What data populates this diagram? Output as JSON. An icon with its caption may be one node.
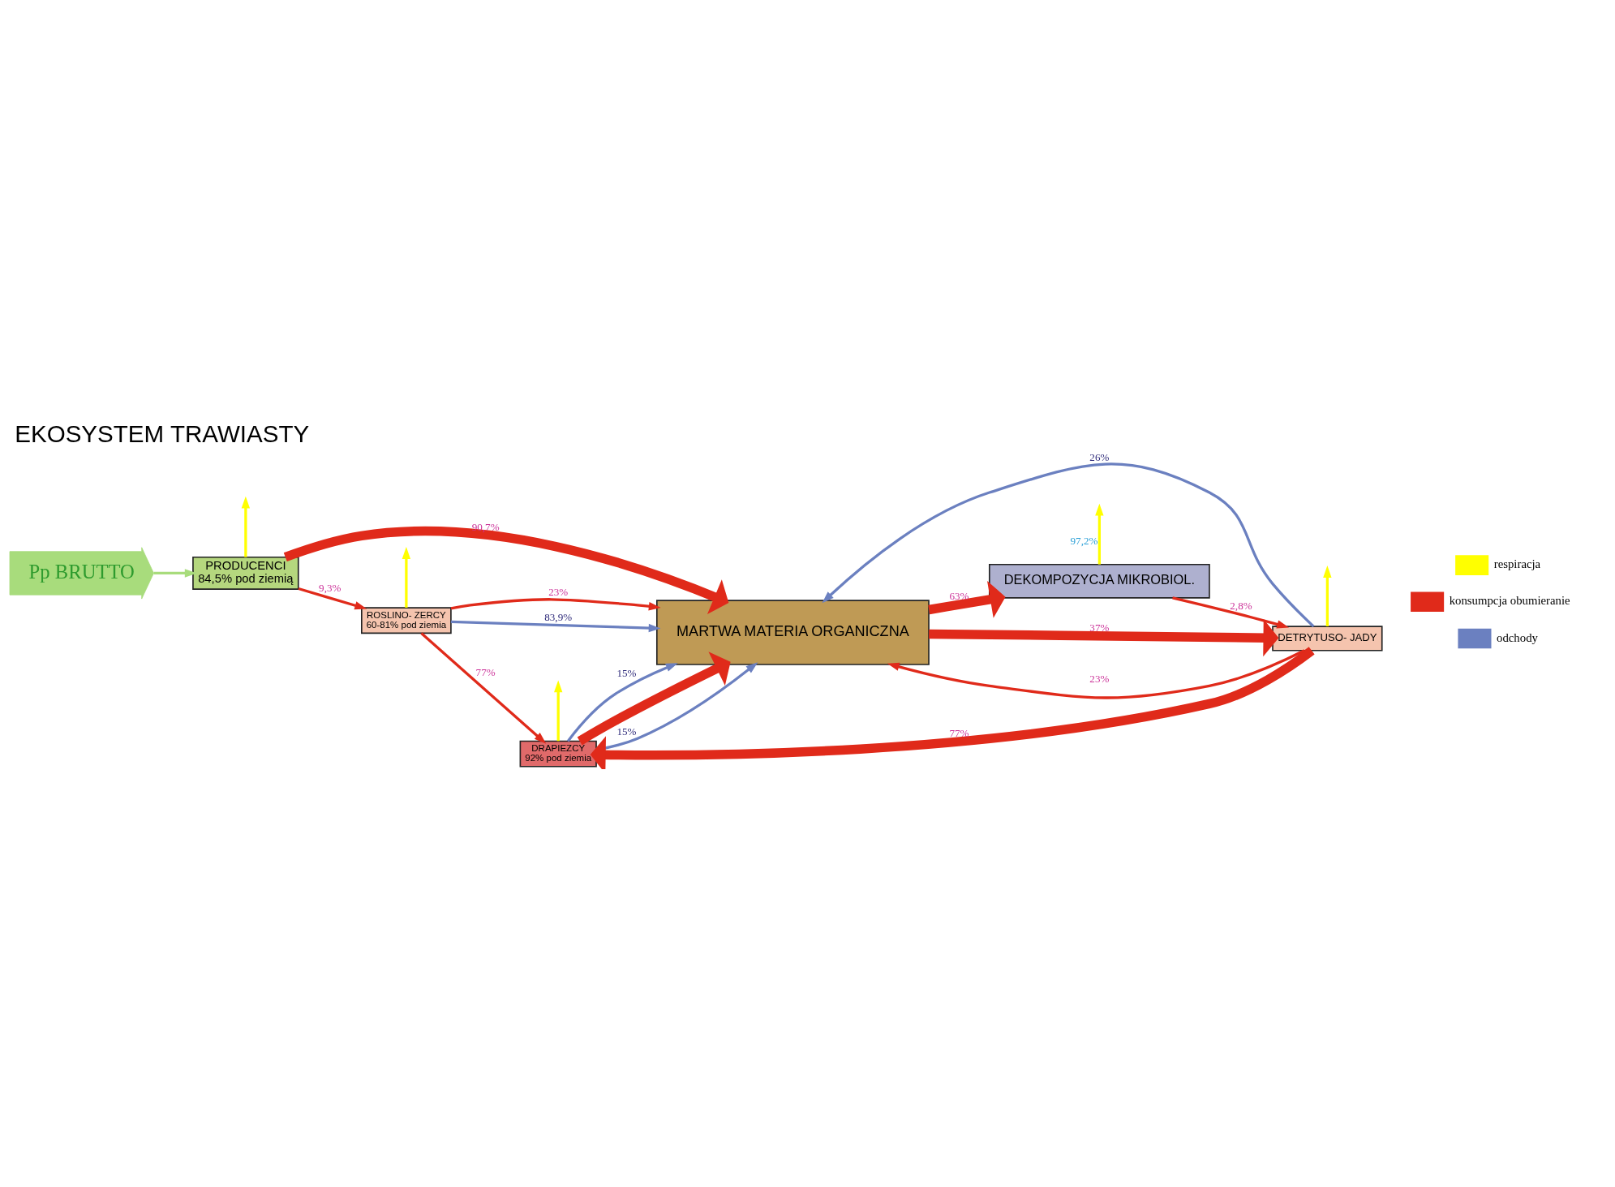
{
  "diagram": {
    "title": "EKOSYSTEM TRAWIASTY",
    "nodes": [
      {
        "text": [
          "Pp BRUTTO"
        ]
      },
      {
        "text": [
          "PRODUCENCI",
          "84,5% pod ziemią"
        ]
      },
      {
        "text": [
          "ROSLINO- ZERCY",
          "60-81% pod ziemia"
        ]
      },
      {
        "text": [
          "DRAPIEZCY",
          "92% pod ziemia"
        ]
      },
      {
        "text": [
          "DETRYTUSO- JADY"
        ]
      },
      {
        "text": [
          "MARTWA MATERIA ORGANICZNA"
        ]
      },
      {
        "text": [
          "DEKOMPOZYCJA MIKROBIOL."
        ]
      }
    ],
    "edges": [
      {
        "from": 0,
        "to": 1,
        "arrow": "to",
        "color": "#a8dc7c"
      },
      {
        "from": 1,
        "to": null,
        "arrow": "to",
        "color": "#ffff00"
      },
      {
        "from": 2,
        "to": null,
        "arrow": "to",
        "color": "#ffff00"
      },
      {
        "from": 3,
        "to": null,
        "arrow": "to",
        "color": "#ffff00"
      },
      {
        "from": 4,
        "to": null,
        "arrow": "to",
        "color": "#ffff00"
      },
      {
        "from": 6,
        "to": null,
        "arrow": "to",
        "label": "97,2%",
        "color": "#ffff00"
      },
      {
        "from": 1,
        "to": 2,
        "arrow": "to",
        "label": "9,3%"
      },
      {
        "from": 1,
        "to": 5,
        "arrow": "to",
        "label": "90,7%",
        "style": "thick"
      },
      {
        "from": 2,
        "to": 3,
        "arrow": "to",
        "label": "77%"
      },
      {
        "from": 2,
        "to": 5,
        "arrow": "to",
        "label": "23%"
      },
      {
        "from": 2,
        "to": 5,
        "arrow": "to",
        "label": "83,9%",
        "color": "#6b80c0"
      },
      {
        "from": 3,
        "to": 5,
        "arrow": "to",
        "style": "thick"
      },
      {
        "from": 3,
        "to": 5,
        "arrow": "to",
        "label": "15%",
        "color": "#6b80c0"
      },
      {
        "from": 3,
        "to": 5,
        "arrow": "to",
        "label": "15%",
        "color": "#6b80c0"
      },
      {
        "from": 4,
        "to": 3,
        "arrow": "to",
        "label": "77%",
        "style": "thick"
      },
      {
        "from": 4,
        "to": 5,
        "arrow": "to",
        "label": "23%"
      },
      {
        "from": 4,
        "to": 5,
        "arrow": "to",
        "label": "26%",
        "color": "#6b80c0"
      },
      {
        "from": 5,
        "to": 4,
        "arrow": "to",
        "label": "37%",
        "style": "thick"
      },
      {
        "from": 5,
        "to": 6,
        "arrow": "to",
        "label": "63%",
        "style": "thick"
      },
      {
        "from": 6,
        "to": 4,
        "arrow": "to",
        "label": "2,8%"
      }
    ],
    "legend": [
      {
        "text": "respiracja",
        "color": "#ffff00"
      },
      {
        "text": "konsumpcja obumieranie",
        "color": "#e02a1a"
      },
      {
        "text": "odchody",
        "color": "#6b80c0"
      }
    ]
  }
}
